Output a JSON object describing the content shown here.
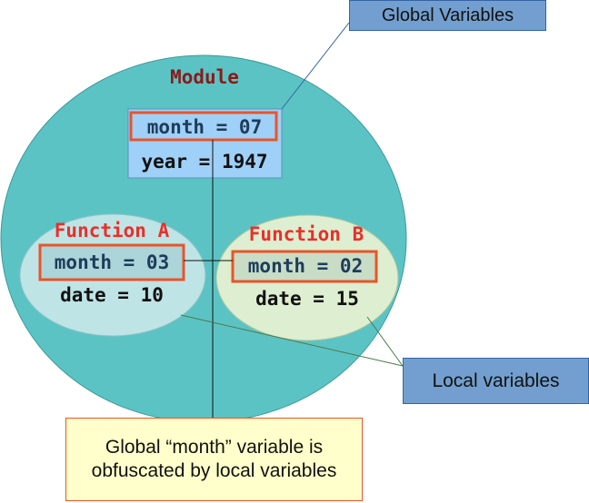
{
  "module": {
    "title": "Module",
    "global_month": "month = 07",
    "global_year": "year = 1947"
  },
  "function_a": {
    "title": "Function A",
    "local_month": "month = 03",
    "local_date": "date = 10"
  },
  "function_b": {
    "title": "Function B",
    "local_month": "month = 02",
    "local_date": "date = 15"
  },
  "callouts": {
    "global_variables": "Global Variables",
    "local_variables": "Local variables",
    "note": "Global “month” variable is obfuscated by local variables"
  },
  "colors": {
    "module_fill": "#5cc3c4",
    "function_a_fill": "#bfe4e6",
    "function_b_fill": "#deeed0",
    "global_box_fill": "#9fd0f7",
    "highlight_border": "#e8552a",
    "callout_fill": "#729fcf",
    "note_fill": "#ffffcc",
    "module_title": "#8b1a1a",
    "function_title": "#e8302a"
  }
}
